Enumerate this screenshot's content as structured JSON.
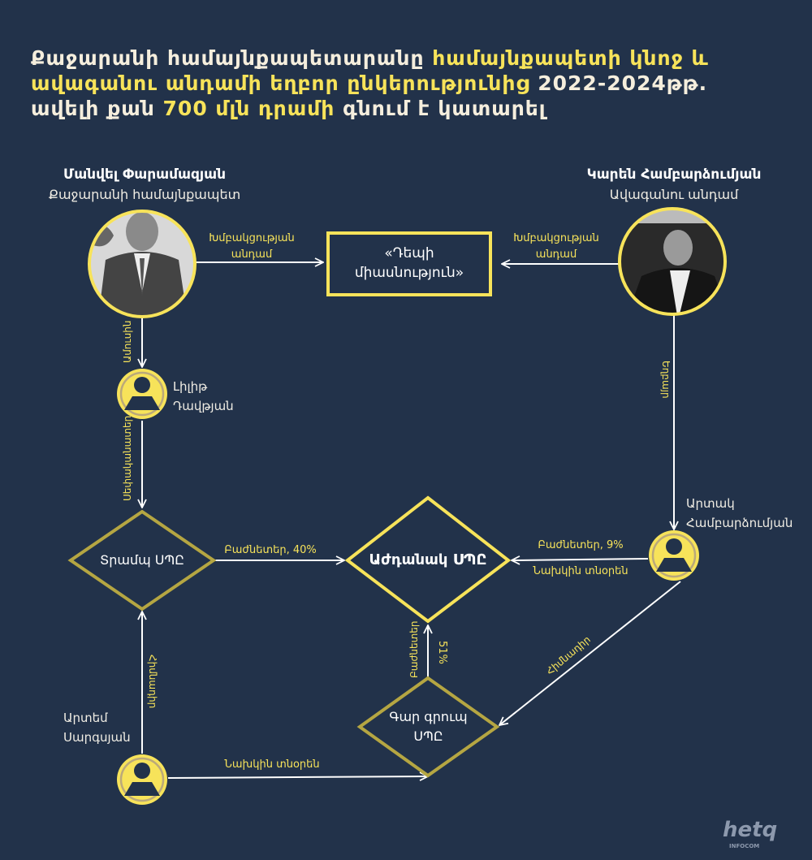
{
  "title": {
    "line1_white": "Քաջարանի համայնքապետարանը",
    "line1_yellow": "համայնքապետի կնոջ և",
    "line2_yellow": "ավագանու անդամի եղբոր ընկերությունից",
    "line2_white": "2022-2024թթ.",
    "line3_white_a": "ավելի քան",
    "line3_yellow": "700 մլն դրամի",
    "line3_white_b": "գնում է կատարել"
  },
  "people": {
    "manvel": {
      "name": "Մանվել Փարամազյան",
      "role": "Քաջարանի համայնքապետ"
    },
    "karen": {
      "name": "Կարեն Համբարձումյան",
      "role": "Ավագանու անդամ"
    },
    "lilit": {
      "first": "Լիլիթ",
      "last": "Դավթյան"
    },
    "artak": {
      "first": "Արտակ",
      "last": "Համբարձումյան"
    },
    "artem": {
      "first": "Արտեմ",
      "last": "Սարգսյան"
    }
  },
  "entities": {
    "faction": {
      "line1": "«Դեպի",
      "line2": "միասնություն»"
    },
    "trasmap": "Տրամպ ՍՊԸ",
    "azhdanak": "Աժդանակ ՍՊԸ",
    "gar_group": {
      "line1": "Գար գրուպ",
      "line2": "ՍՊԸ"
    }
  },
  "relations": {
    "faction_member": {
      "line1": "Խմբակցության",
      "line2": "անդամ"
    },
    "husband": "Ամուսին",
    "owner": "Սեփականատեր",
    "brother": "Եղբայր",
    "shareholder_40": "Բաժնետեր, 40%",
    "shareholder_9": "Բաժնետեր,  9%",
    "former_director": "Նախկին տնօրեն",
    "founder": "Հիմնադիր",
    "shareholder": "Բաժնետեր",
    "pct_51": "51%"
  },
  "logo": {
    "text": "hetq",
    "sub": "INFOCOM"
  },
  "colors": {
    "background": "#22324a",
    "yellow": "#f7e35a",
    "olive": "#b5a642"
  }
}
